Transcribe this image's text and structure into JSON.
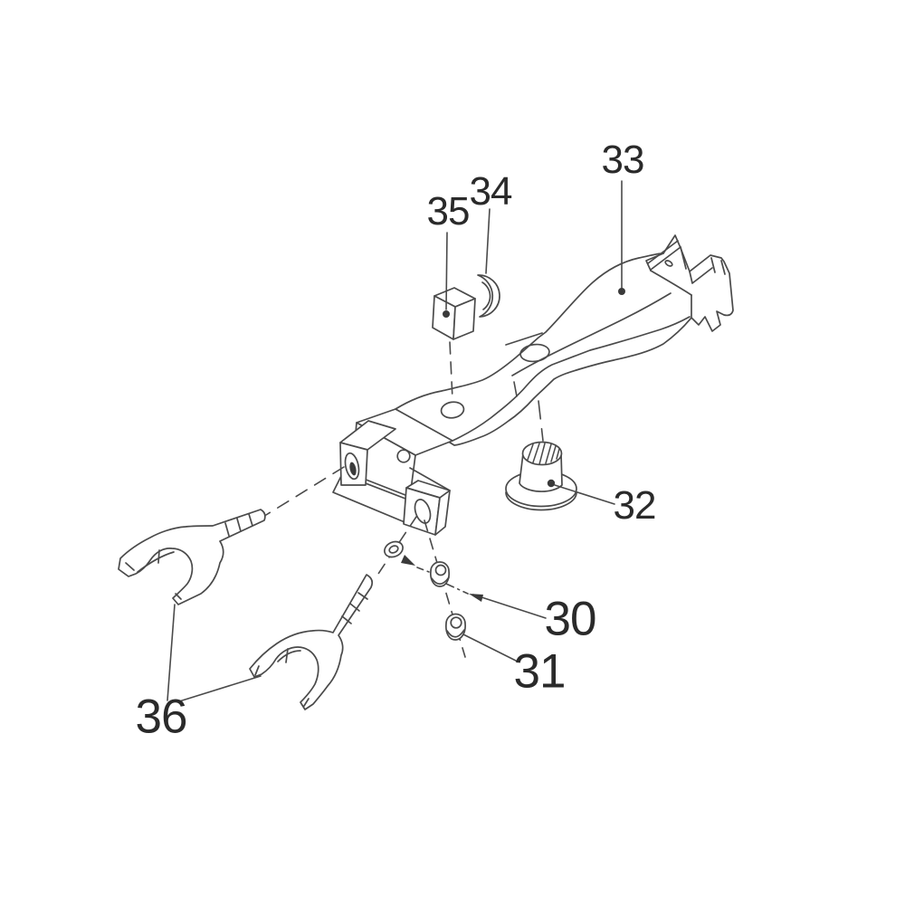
{
  "figure": {
    "kind": "exploded-parts-diagram",
    "background_color": "#ffffff",
    "line_color": "#4a4a4a",
    "label_color": "#2a2a2a"
  },
  "callouts": {
    "p30": {
      "label": "30"
    },
    "p31": {
      "label": "31"
    },
    "p32": {
      "label": "32"
    },
    "p33": {
      "label": "33"
    },
    "p34": {
      "label": "34"
    },
    "p35": {
      "label": "35"
    },
    "p36": {
      "label": "36"
    }
  }
}
